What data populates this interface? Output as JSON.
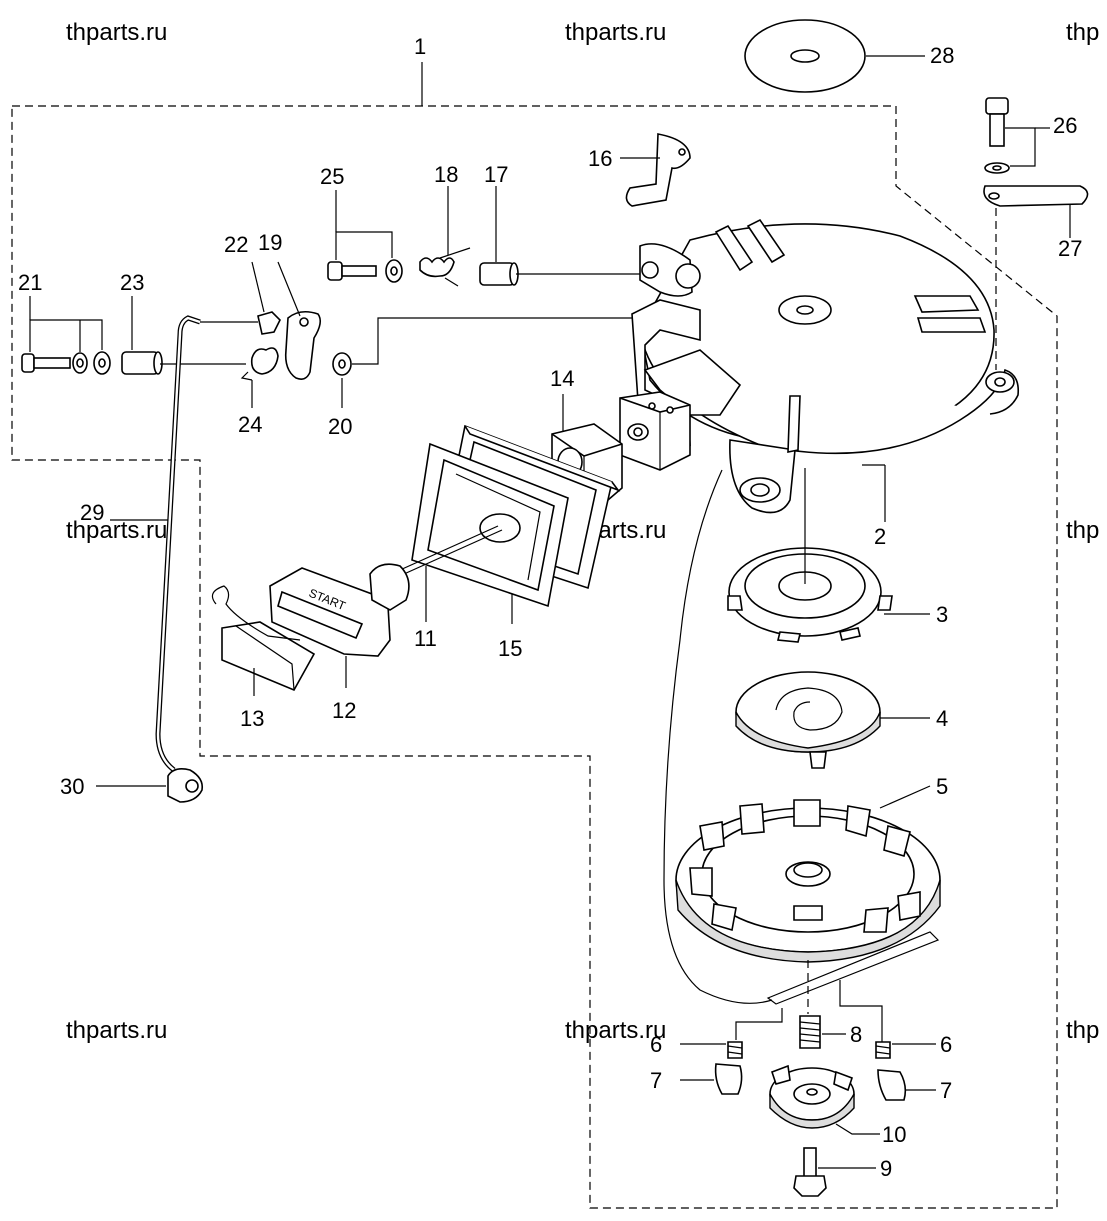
{
  "watermarks": [
    "thparts.ru",
    "thparts.ru",
    "thp",
    "thparts.ru",
    "thparts.ru",
    "thp",
    "thparts.ru",
    "thparts.ru",
    "thp"
  ],
  "callouts": {
    "p1": "1",
    "p2": "2",
    "p3": "3",
    "p4": "4",
    "p5": "5",
    "p6a": "6",
    "p6b": "6",
    "p7a": "7",
    "p7b": "7",
    "p8": "8",
    "p9": "9",
    "p10": "10",
    "p11": "11",
    "p12": "12",
    "p13": "13",
    "p14": "14",
    "p15": "15",
    "p16": "16",
    "p17": "17",
    "p18": "18",
    "p19": "19",
    "p20": "20",
    "p21": "21",
    "p22": "22",
    "p23": "23",
    "p24": "24",
    "p25": "25",
    "p26": "26",
    "p27": "27",
    "p28": "28",
    "p29": "29",
    "p30": "30"
  },
  "handle_text": "START"
}
